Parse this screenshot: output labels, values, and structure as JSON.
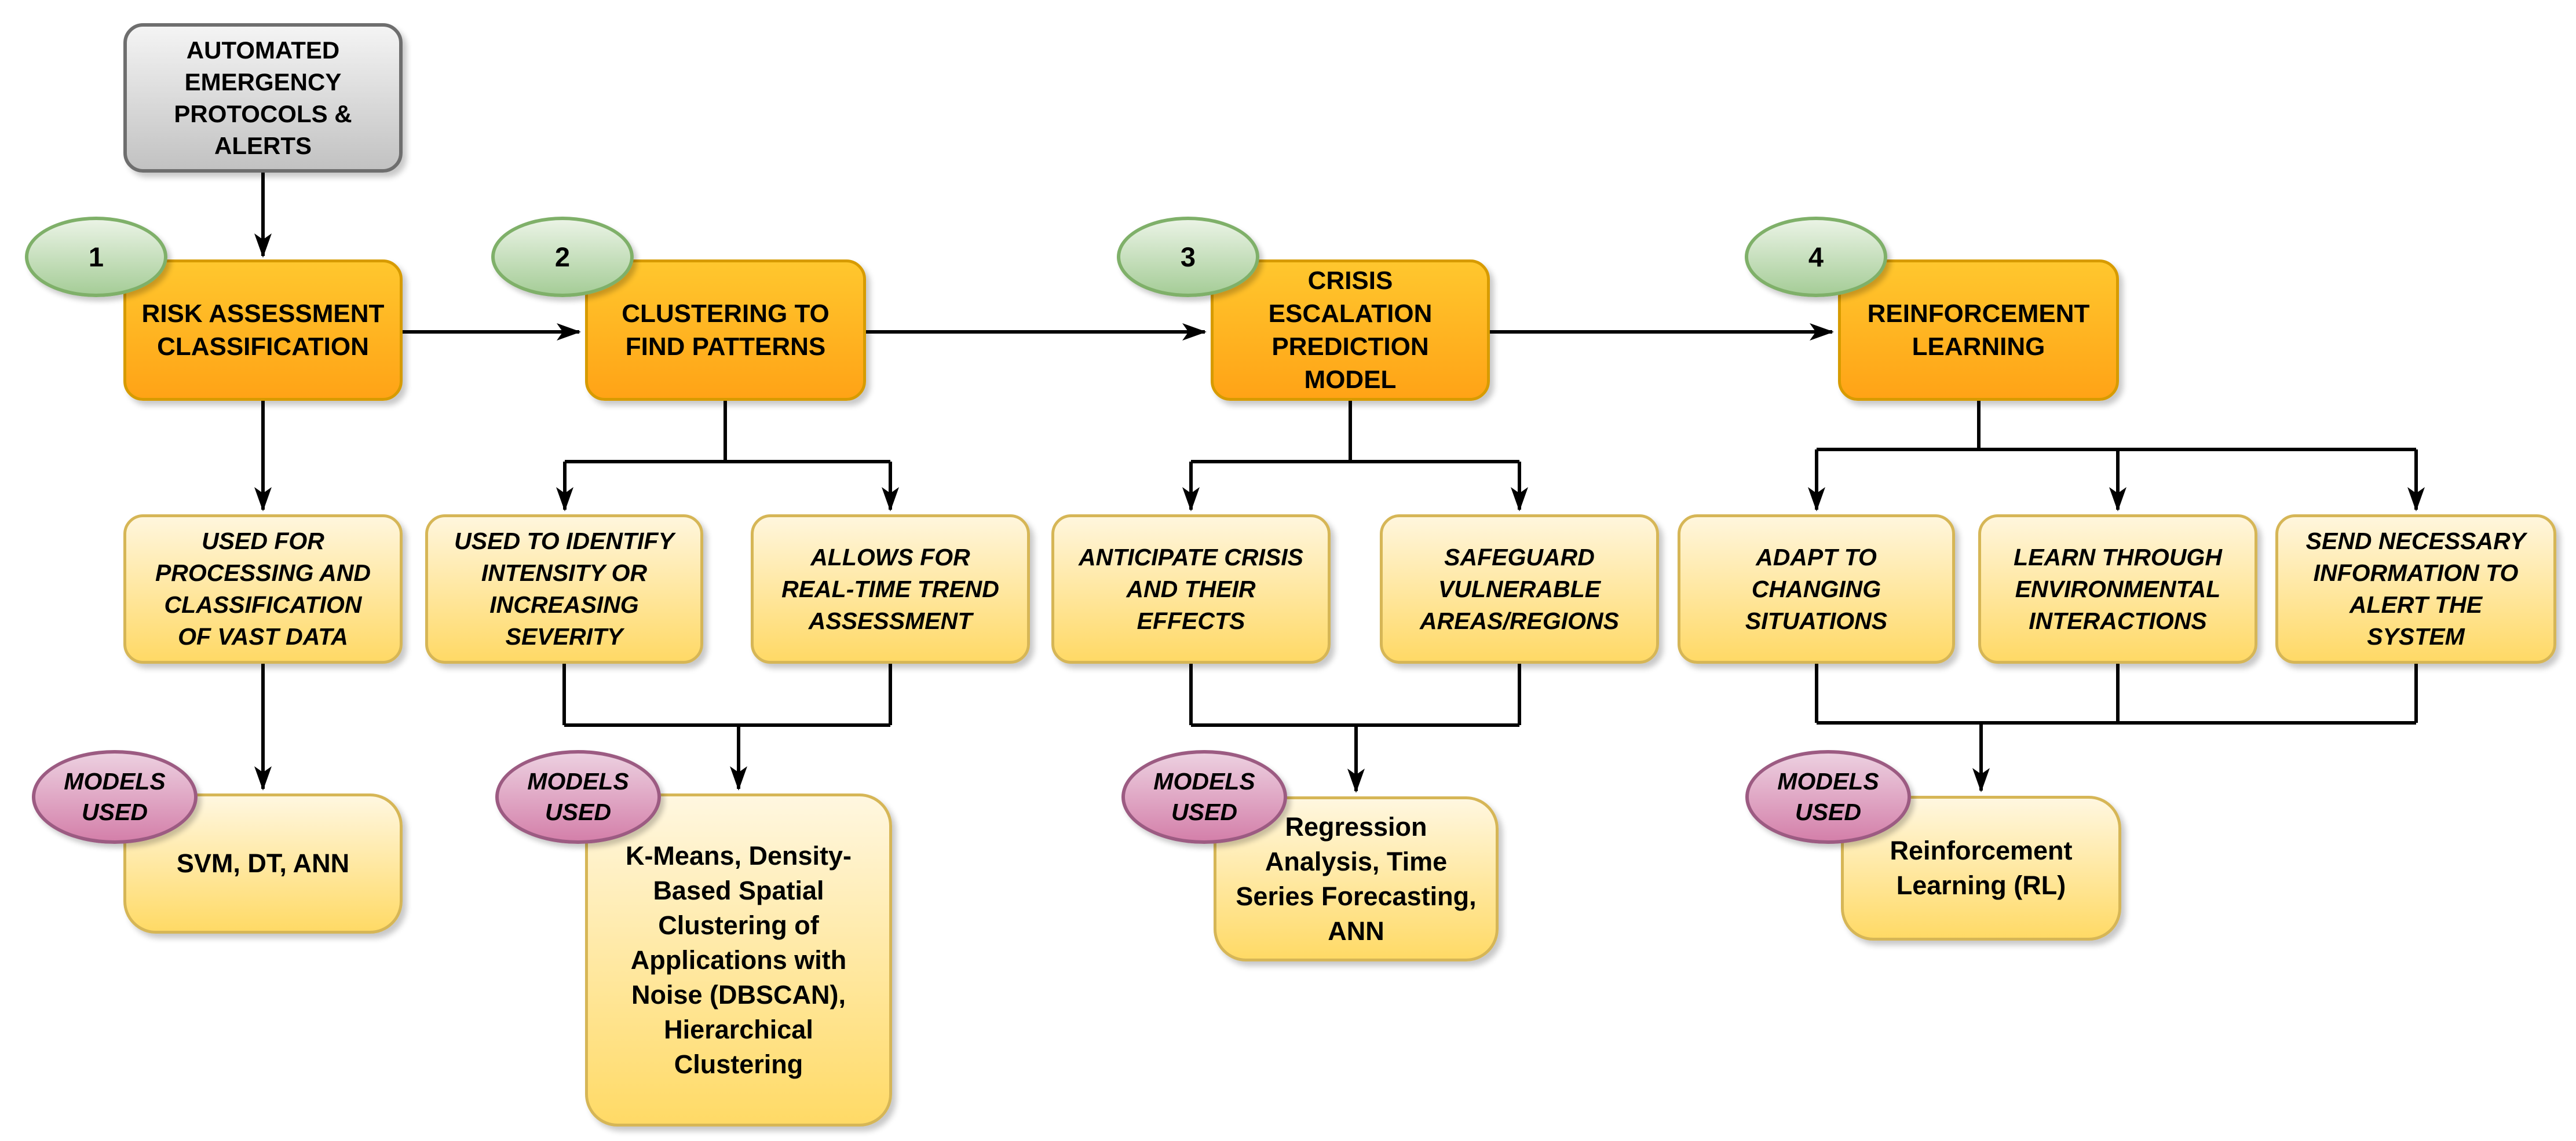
{
  "source": {
    "label": "AUTOMATED\nEMERGENCY\nPROTOCOLS &\nALERTS"
  },
  "models_badge_label": "MODELS\nUSED",
  "stages": [
    {
      "number": "1",
      "title": "RISK ASSESSMENT\nCLASSIFICATION",
      "purposes": [
        "USED FOR\nPROCESSING AND\nCLASSIFICATION\nOF VAST DATA"
      ],
      "models": "SVM, DT, ANN"
    },
    {
      "number": "2",
      "title": "CLUSTERING TO\nFIND PATTERNS",
      "purposes": [
        "USED TO IDENTIFY\nINTENSITY OR\nINCREASING\nSEVERITY",
        "ALLOWS FOR\nREAL-TIME TREND\nASSESSMENT"
      ],
      "models": "K-Means, Density-\nBased Spatial\nClustering of\nApplications with\nNoise (DBSCAN),\nHierarchical\nClustering"
    },
    {
      "number": "3",
      "title": "CRISIS\nESCALATION\nPREDICTION\nMODEL",
      "purposes": [
        "ANTICIPATE CRISIS\nAND THEIR\nEFFECTS",
        "SAFEGUARD\nVULNERABLE\nAREAS/REGIONS"
      ],
      "models": "Regression\nAnalysis, Time\nSeries Forecasting,\nANN"
    },
    {
      "number": "4",
      "title": "REINFORCEMENT\nLEARNING",
      "purposes": [
        "ADAPT TO\nCHANGING\nSITUATIONS",
        "LEARN THROUGH\nENVIRONMENTAL\nINTERACTIONS",
        "SEND NECESSARY\nINFORMATION TO\nALERT THE\nSYSTEM"
      ],
      "models": "Reinforcement\nLearning (RL)"
    }
  ],
  "colors": {
    "stage_fill_top": "#FFC72E",
    "stage_fill_bottom": "#FFA316",
    "stage_border": "#D79B00",
    "purpose_fill_top": "#FFF6DD",
    "purpose_fill_bottom": "#FFD966",
    "purpose_border": "#D6B656",
    "source_fill_top": "#F4F4F4",
    "source_fill_bottom": "#C2C2C2",
    "source_border": "#6E6E6E",
    "step_badge_fill": "#A6CD98",
    "step_badge_border": "#7FB069",
    "models_badge_fill": "#D480AA",
    "models_badge_border": "#9C5B82",
    "connector": "#000000"
  }
}
